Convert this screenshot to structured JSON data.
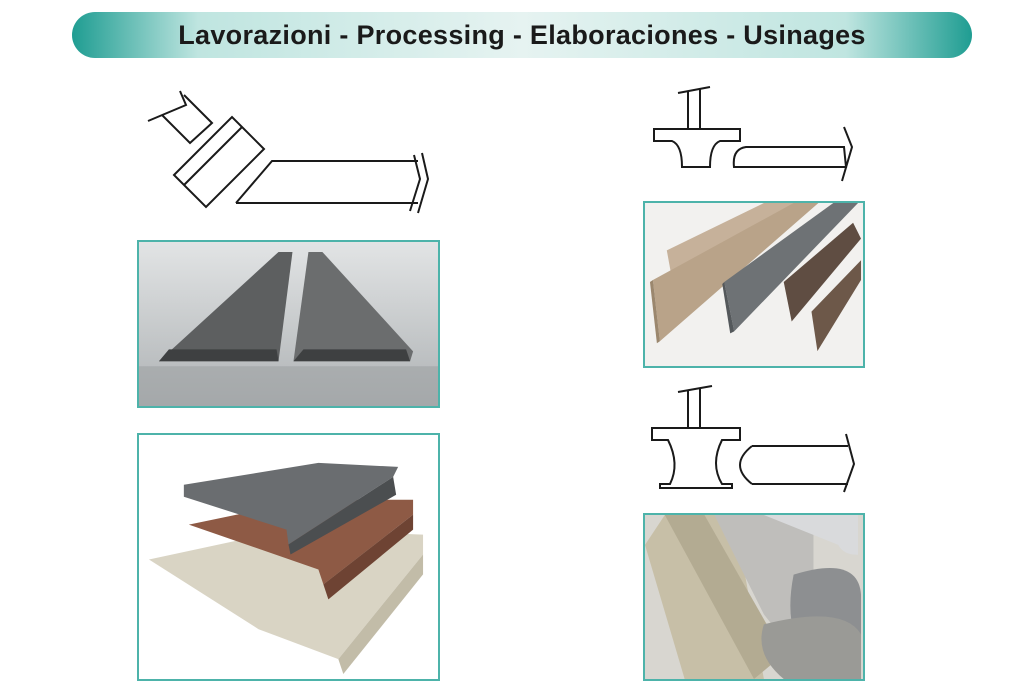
{
  "header": {
    "title": "Lavorazioni - Processing - Elaboraciones - Usinages"
  },
  "figures": [
    {
      "name": "bevel-profile",
      "icon": "bevel-cut-diagram-icon"
    },
    {
      "name": "bevel-edge-strips",
      "icon": "bevel-strips-photo"
    },
    {
      "name": "step-tread-pieces",
      "icon": "step-tread-photo"
    },
    {
      "name": "rounded-top-profile",
      "icon": "half-round-cut-diagram-icon"
    },
    {
      "name": "skirting-boards",
      "icon": "skirting-boards-photo"
    },
    {
      "name": "full-bullnose-profile",
      "icon": "bullnose-cut-diagram-icon"
    },
    {
      "name": "bullnose-pieces",
      "icon": "bullnose-pieces-photo"
    }
  ],
  "colors": {
    "accent": "#1f9d92",
    "frame": "#4db3aa",
    "line": "#1a1a1a"
  }
}
